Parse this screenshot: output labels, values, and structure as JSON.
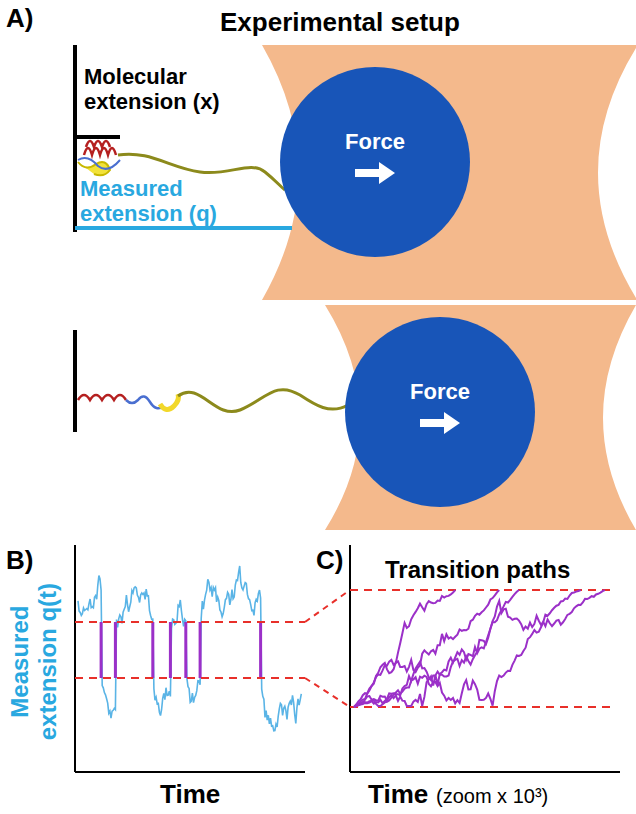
{
  "diagram": {
    "title": "Experimental setup",
    "nodes": [
      {
        "text": [
          "Force"
        ]
      },
      {
        "text": [
          "Force"
        ]
      }
    ],
    "labels": [
      "A)",
      "Molecular extension (x)",
      "Measured extension (q)",
      "B)",
      "Measured extension q(t)",
      "Time",
      "C)",
      "Transition paths",
      "Time",
      "(zoom x 10³)"
    ]
  }
}
